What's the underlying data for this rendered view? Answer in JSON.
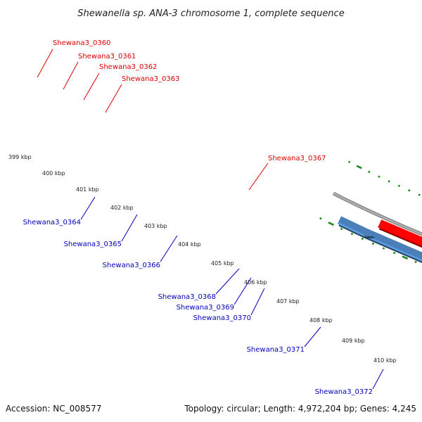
{
  "title": "Shewanella sp. ANA-3 chromosome 1, complete sequence",
  "footer": {
    "accession": "Accession: NC_008577",
    "topology": "Topology: circular; Length: 4,972,204 bp; Genes: 4,245"
  },
  "colors": {
    "forward_label": "#dd0000",
    "reverse_label": "#0000bb",
    "backbone": "#8c8c8c",
    "dot_track": "#1a8a1a"
  },
  "ticks": [
    "399 kbp",
    "400 kbp",
    "401 kbp",
    "402 kbp",
    "403 kbp",
    "404 kbp",
    "405 kbp",
    "406 kbp",
    "407 kbp",
    "408 kbp",
    "409 kbp",
    "410 kbp"
  ],
  "genes_forward": [
    {
      "label": "Shewana3_0360",
      "color": "#ff0000"
    },
    {
      "label": "Shewana3_0361",
      "color": "#ff0000"
    },
    {
      "label": "Shewana3_0362",
      "color": "#ff0000"
    },
    {
      "label": "Shewana3_0363",
      "color": "#ff0000"
    },
    {
      "label": "Shewana3_0367",
      "color": "#ff0000"
    }
  ],
  "genes_reverse": [
    {
      "label": "Shewana3_0364",
      "color": "#7060d0"
    },
    {
      "label": "Shewana3_0365",
      "color": "#30f0a8"
    },
    {
      "label": "Shewana3_0366",
      "color": "#0000ee"
    },
    {
      "label": "Shewana3_0368",
      "color": "#0000ee"
    },
    {
      "label": "Shewana3_0369",
      "color": "#0000ee"
    },
    {
      "label": "Shewana3_0370",
      "color": "#6a6a6a"
    },
    {
      "label": "Shewana3_0371",
      "color": "#30f0a8"
    },
    {
      "label": "Shewana3_0372",
      "color": "#0000ee"
    }
  ]
}
